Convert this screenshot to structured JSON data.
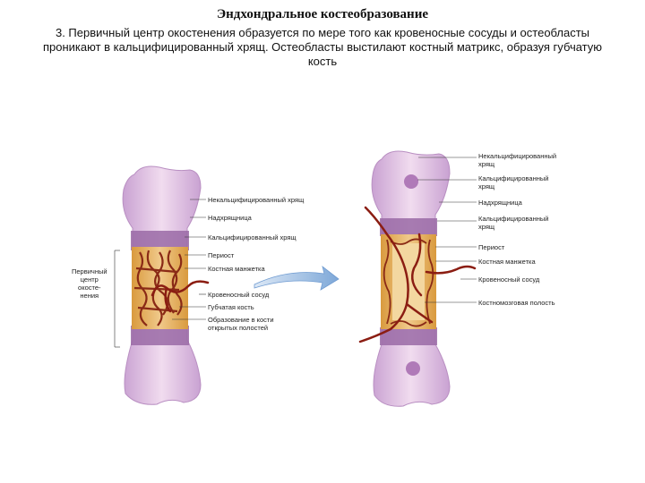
{
  "title": "Эндхондральное костеобразование",
  "description": "3. Первичный центр окостенения образуется по мере того как кровеносные сосуды и остеобласты проникают в кальцифицированный хрящ. Остеобласты выстилают костный матрикс, образуя губчатую кость",
  "left_bone": {
    "side_label": [
      "Первичный",
      "центр",
      "окосте-",
      "нения"
    ],
    "labels": [
      [
        "Некальцифицированный хрящ"
      ],
      [
        "Надхрящница"
      ],
      [
        "Кальцифицированный хрящ"
      ],
      [
        "Периост"
      ],
      [
        "Костная манжетка"
      ],
      [
        "Кровеносный сосуд"
      ],
      [
        "Губчатая кость"
      ],
      [
        "Образование в кости",
        "открытых полостей"
      ]
    ]
  },
  "right_bone": {
    "labels": [
      [
        "Некальцифицированный",
        "хрящ"
      ],
      [
        "Кальцифицированный",
        "хрящ"
      ],
      [
        "Надхрящница"
      ],
      [
        "Кальцифицированный",
        "хрящ"
      ],
      [
        "Периост"
      ],
      [
        "Костная манжетка"
      ],
      [
        "Кровеносный сосуд"
      ],
      [
        "Костномозговая полость"
      ]
    ]
  },
  "colors": {
    "cartilage": "#e9cbe8",
    "cartilage_edge": "#b98fc2",
    "calcified_band": "#9a6aa6",
    "bone_collar": "#e8b15a",
    "spongy_bone": "#8a2a16",
    "vessel": "#8b1d12",
    "arrow": "#8fb4de"
  }
}
